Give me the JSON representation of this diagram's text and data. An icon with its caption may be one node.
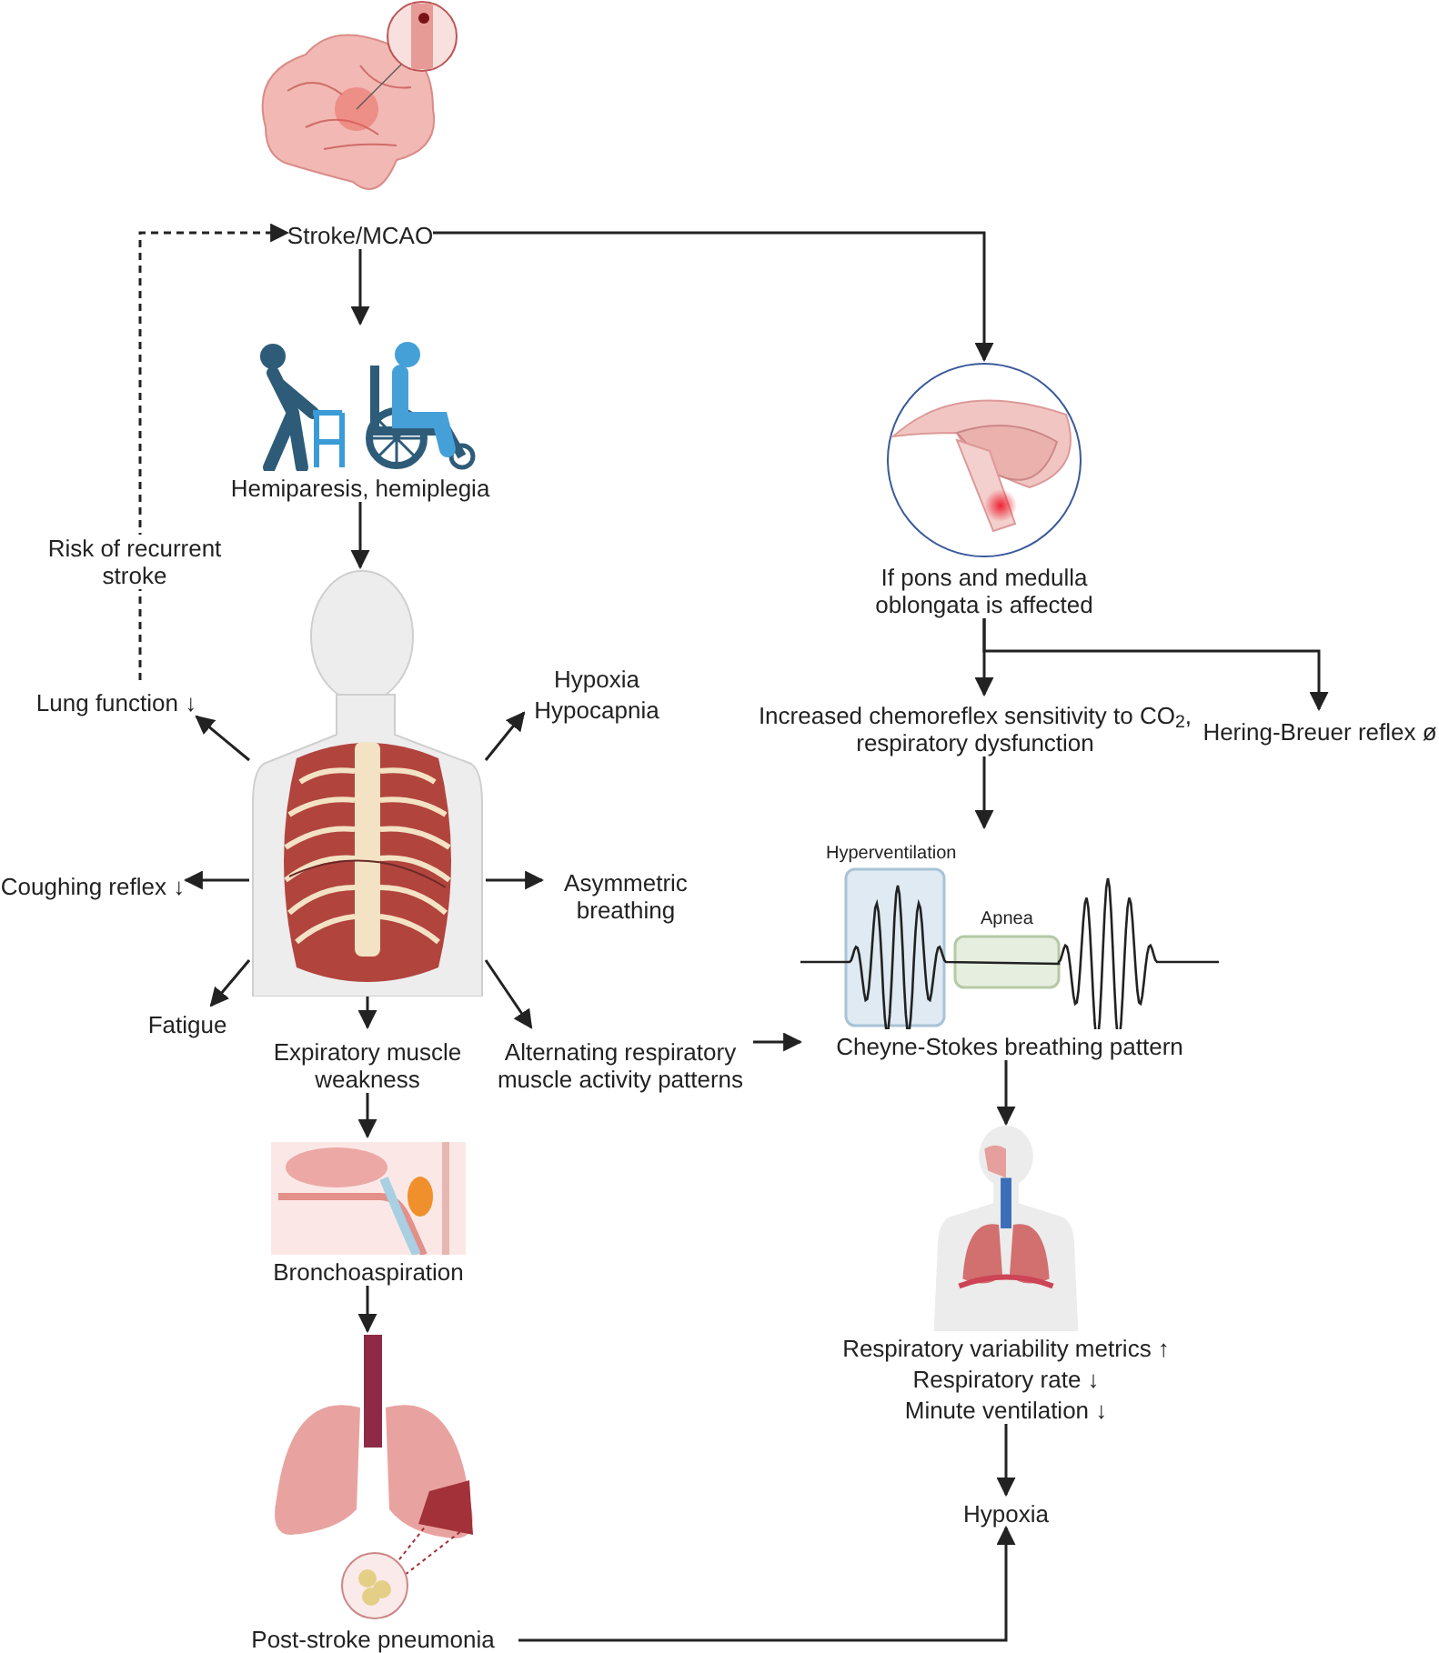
{
  "diagram": {
    "nodes": [
      {
        "text": [
          "Stroke/MCAO"
        ]
      },
      {
        "text": [
          "Hemiparesis, hemiplegia"
        ]
      },
      {
        "text": [],
        "shape": "picture"
      },
      {
        "text": [
          "Lung function ↓"
        ]
      },
      {
        "text": [
          "Hypoxia",
          "Hypocapnia"
        ]
      },
      {
        "text": [
          "Coughing reflex ↓"
        ]
      },
      {
        "text": [
          "Asymmetric breathing"
        ]
      },
      {
        "text": [
          "Fatigue"
        ]
      },
      {
        "text": [
          "Expiratory muscle weakness"
        ]
      },
      {
        "text": [
          "Alternating respiratory muscle activity patterns"
        ]
      },
      {
        "text": [
          "Bronchoaspiration"
        ]
      },
      {
        "text": [
          "Post-stroke pneumonia"
        ]
      },
      {
        "text": [
          "If pons and medulla oblongata is affected"
        ]
      },
      {
        "text": [
          "Increased chemoreflex sensitivity to CO$_{2}$, respiratory dysfunction"
        ]
      },
      {
        "text": [
          "Hering-Breuer reflex ø"
        ]
      },
      {
        "text": [
          "Hyperventilation",
          "Apnea",
          "Cheyne-Stokes breathing pattern"
        ]
      },
      {
        "text": [
          "Respiratory variability metrics ↑",
          "Respiratory rate ↓",
          "Minute ventilation ↓"
        ]
      },
      {
        "text": [
          "Hypoxia"
        ]
      }
    ],
    "edges": [
      {
        "from": 0,
        "to": 1,
        "arrow": "to"
      },
      {
        "from": 0,
        "to": 12,
        "arrow": "to"
      },
      {
        "from": 1,
        "to": 2,
        "arrow": "to"
      },
      {
        "from": 2,
        "to": 3,
        "arrow": "to"
      },
      {
        "from": 2,
        "to": 4,
        "arrow": "to"
      },
      {
        "from": 2,
        "to": 5,
        "arrow": "to"
      },
      {
        "from": 2,
        "to": 6,
        "arrow": "to"
      },
      {
        "from": 2,
        "to": 7,
        "arrow": "to"
      },
      {
        "from": 2,
        "to": 8,
        "arrow": "to"
      },
      {
        "from": 2,
        "to": 9,
        "arrow": "to"
      },
      {
        "from": 3,
        "to": 0,
        "arrow": "to",
        "style": "dashed",
        "label": "Risk of recurrent stroke"
      },
      {
        "from": 8,
        "to": 10,
        "arrow": "to"
      },
      {
        "from": 10,
        "to": 11,
        "arrow": "to"
      },
      {
        "from": 11,
        "to": 17,
        "arrow": "to"
      },
      {
        "from": 12,
        "to": 13,
        "arrow": "to"
      },
      {
        "from": 12,
        "to": 14,
        "arrow": "to"
      },
      {
        "from": 13,
        "to": 15,
        "arrow": "to"
      },
      {
        "from": 9,
        "to": 15,
        "arrow": "to"
      },
      {
        "from": 15,
        "to": 16,
        "arrow": "to"
      },
      {
        "from": 16,
        "to": 17,
        "arrow": "to"
      }
    ]
  }
}
